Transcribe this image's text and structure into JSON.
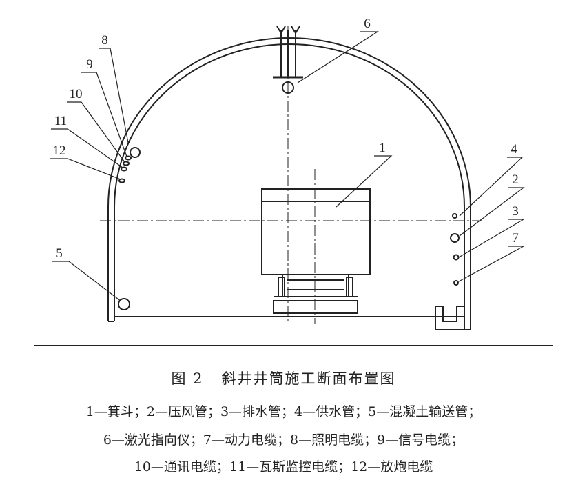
{
  "figure": {
    "number": "图 2",
    "title": "斜井井筒施工断面布置图"
  },
  "callouts": [
    "1",
    "2",
    "3",
    "4",
    "5",
    "6",
    "7",
    "8",
    "9",
    "10",
    "11",
    "12"
  ],
  "legend": {
    "line1": "1—箕斗；2—压风管；3—排水管；4—供水管；5—混凝土输送管；",
    "line2": "6—激光指向仪；7—动力电缆；8—照明电缆；9—信号电缆；",
    "line3": "10—通讯电缆；11—瓦斯监控电缆；12—放炮电缆"
  },
  "colors": {
    "ink": "#222222",
    "background": "#ffffff"
  }
}
